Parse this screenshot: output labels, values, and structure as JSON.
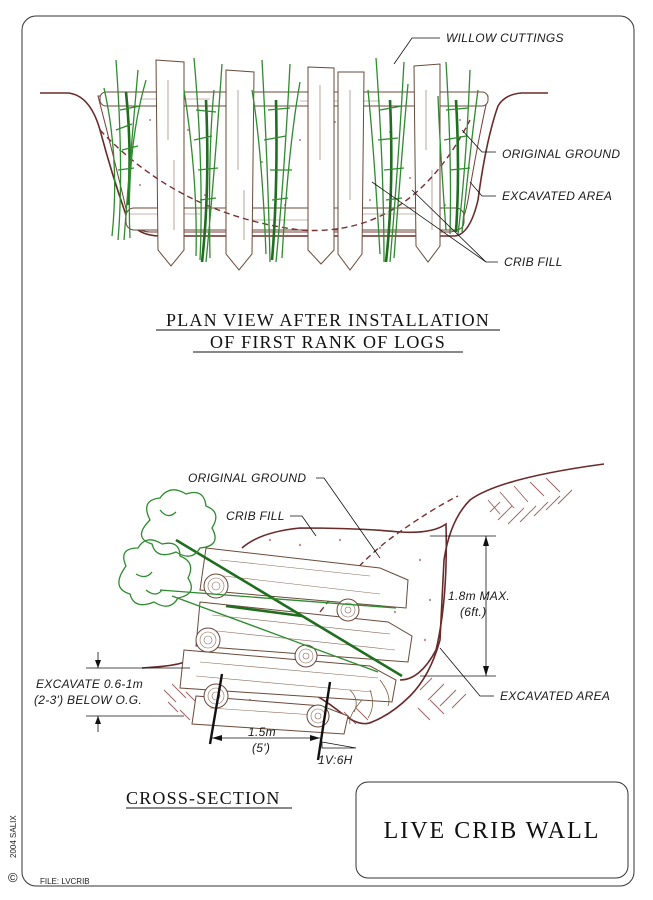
{
  "plan_view": {
    "labels": {
      "willow_cuttings": "WILLOW CUTTINGS",
      "original_ground": "ORIGINAL GROUND",
      "excavated_area": "EXCAVATED AREA",
      "crib_fill": "CRIB FILL"
    },
    "heading_line1": "PLAN VIEW AFTER INSTALLATION",
    "heading_line2": "OF FIRST RANK OF LOGS"
  },
  "cross_section": {
    "labels": {
      "original_ground": "ORIGINAL GROUND",
      "crib_fill": "CRIB FILL",
      "height_line1": "1.8m MAX.",
      "height_line2": "(6ft.)",
      "excavated_area": "EXCAVATED AREA",
      "excavate_line1": "EXCAVATE 0.6-1m",
      "excavate_line2": "(2-3') BELOW O.G.",
      "width_line1": "1.5m",
      "width_line2": "(5')",
      "slope": "1V:6H"
    },
    "heading": "CROSS-SECTION"
  },
  "title_block": {
    "title": "LIVE CRIB WALL"
  },
  "footer": {
    "copyright_symbol": "©",
    "copyright_text": "2004 SALIX",
    "file_label": "FILE: LVCRIB"
  },
  "colors": {
    "ground": "#6b2a2a",
    "willow": "#2e8b2e",
    "log_outline": "#6b4a3a",
    "fill_dots": "#c89090"
  }
}
